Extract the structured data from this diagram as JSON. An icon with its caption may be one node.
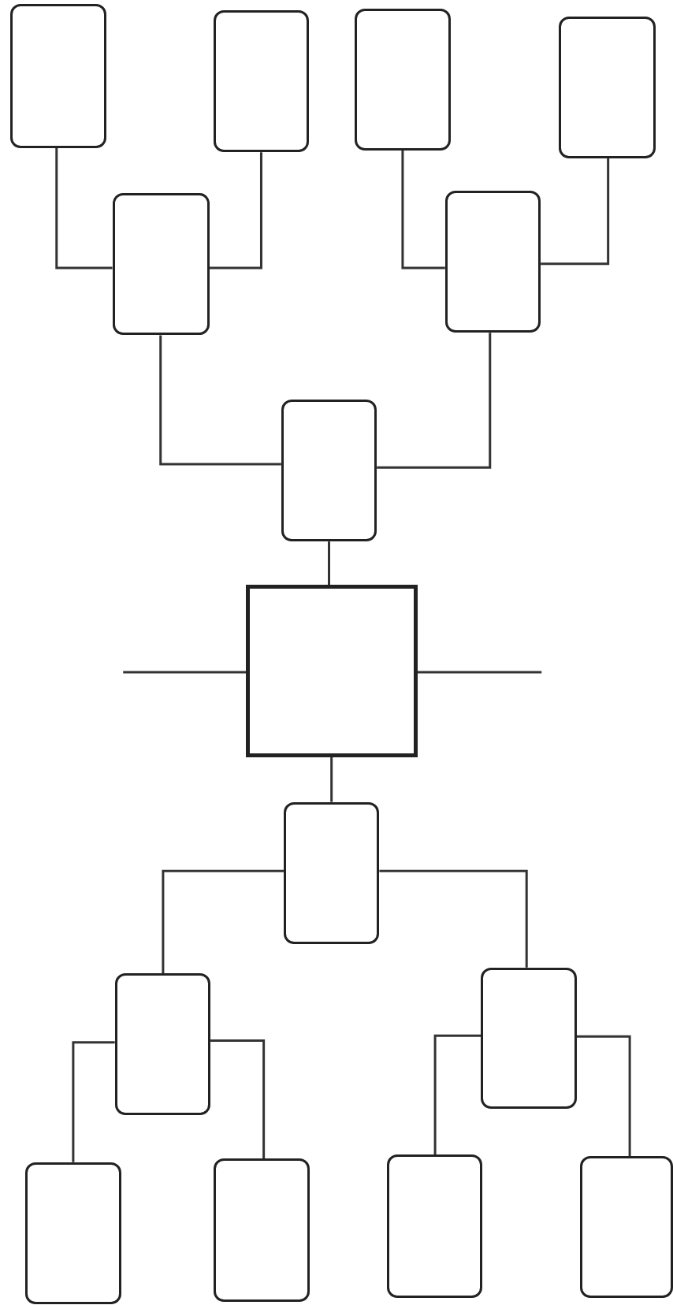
{
  "diagram": {
    "nodes": [
      {
        "text": [],
        "shape": "box"
      },
      {
        "text": [],
        "shape": "box"
      },
      {
        "text": [],
        "shape": "box"
      },
      {
        "text": [],
        "shape": "box"
      },
      {
        "text": [],
        "shape": "box"
      },
      {
        "text": [],
        "shape": "box"
      },
      {
        "text": [],
        "shape": "box"
      },
      {
        "text": [],
        "shape": "box"
      },
      {
        "text": [],
        "shape": "box"
      },
      {
        "text": [],
        "shape": "box"
      },
      {
        "text": [],
        "shape": "box"
      },
      {
        "text": [],
        "shape": "box"
      },
      {
        "text": [],
        "shape": "box"
      },
      {
        "text": [],
        "shape": "box"
      },
      {
        "text": [],
        "shape": "box"
      }
    ],
    "edges": [
      {
        "from": 0,
        "to": 4,
        "arrow": "none"
      },
      {
        "from": 1,
        "to": 4,
        "arrow": "none"
      },
      {
        "from": 2,
        "to": 5,
        "arrow": "none"
      },
      {
        "from": 3,
        "to": 5,
        "arrow": "none"
      },
      {
        "from": 4,
        "to": 6,
        "arrow": "none"
      },
      {
        "from": 5,
        "to": 6,
        "arrow": "none"
      },
      {
        "from": 6,
        "to": 7,
        "arrow": "none"
      },
      {
        "from": null,
        "to": 7,
        "arrow": "none"
      },
      {
        "from": null,
        "to": 7,
        "arrow": "none"
      },
      {
        "from": 7,
        "to": 8,
        "arrow": "none"
      },
      {
        "from": 8,
        "to": 9,
        "arrow": "none"
      },
      {
        "from": 8,
        "to": 10,
        "arrow": "none"
      },
      {
        "from": 9,
        "to": 11,
        "arrow": "none"
      },
      {
        "from": 9,
        "to": 12,
        "arrow": "none"
      },
      {
        "from": 10,
        "to": 13,
        "arrow": "none"
      },
      {
        "from": 10,
        "to": 14,
        "arrow": "none"
      }
    ]
  }
}
